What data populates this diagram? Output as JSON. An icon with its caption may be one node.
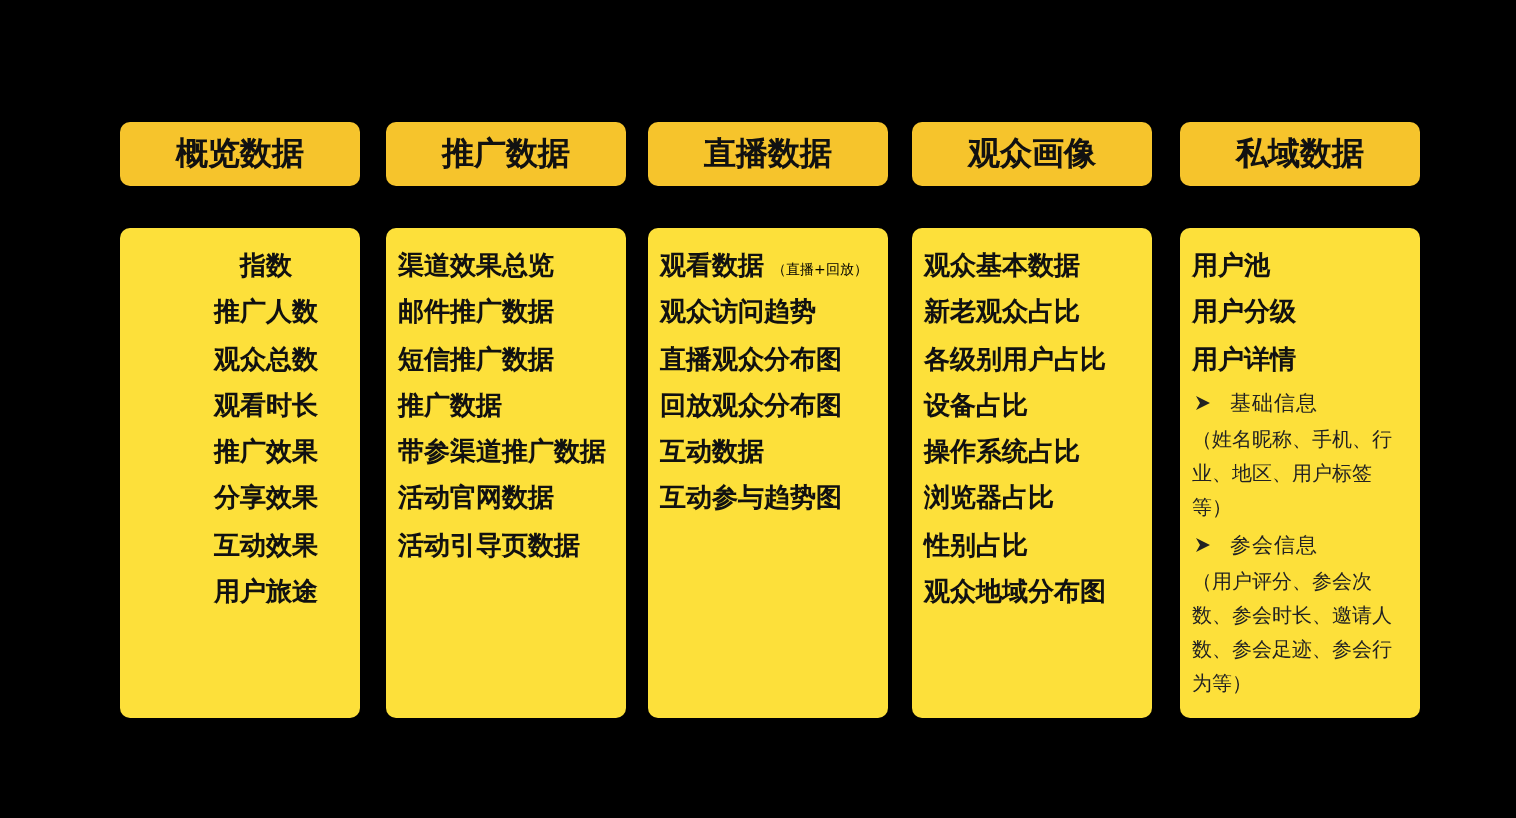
{
  "diagram": {
    "nodes": [
      {
        "text": [
          "概览数据"
        ]
      },
      {
        "text": [
          "推广数据"
        ]
      },
      {
        "text": [
          "直播数据"
        ]
      },
      {
        "text": [
          "观众画像"
        ]
      },
      {
        "text": [
          "私域数据"
        ]
      },
      {
        "text": [
          "指数",
          "推广人数",
          "观众总数",
          "观看时长",
          "推广效果",
          "分享效果",
          "互动效果",
          "用户旅途"
        ]
      },
      {
        "text": [
          "渠道效果总览",
          "邮件推广数据",
          "短信推广数据",
          "推广数据",
          "带参渠道推广数据",
          "活动官网数据",
          "活动引导页数据"
        ]
      },
      {
        "text": [
          "观看数据",
          "（直播+回放）",
          "观众访问趋势",
          "直播观众分布图",
          "回放观众分布图",
          "互动数据",
          "互动参与趋势图"
        ]
      },
      {
        "text": [
          "观众基本数据",
          "新老观众占比",
          "各级别用户占比",
          "设备占比",
          "操作系统占比",
          "浏览器占比",
          "性别占比",
          "观众地域分布图"
        ]
      },
      {
        "text": [
          "用户池",
          "用户分级",
          "用户详情",
          "基础信息",
          "（姓名昵称、手机、行业、地区、用户标签等）",
          "参会信息",
          "（用户评分、参会次数、参会时长、邀请人数、参会足迹、参会行为等）"
        ]
      }
    ]
  }
}
